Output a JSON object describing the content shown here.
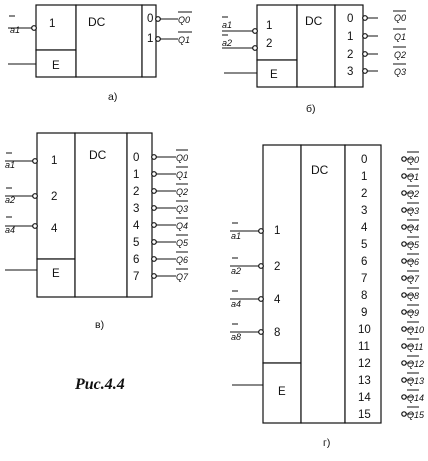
{
  "figure_title": "Рис.4.4",
  "dc_label": "DC",
  "enable_label": "E",
  "diagrams": [
    {
      "caption": "а)",
      "inputs": [
        {
          "pin": "1",
          "signal": "a1"
        }
      ],
      "outputs": [
        {
          "pin": "0",
          "signal": "Q0"
        },
        {
          "pin": "1",
          "signal": "Q1"
        }
      ]
    },
    {
      "caption": "б)",
      "inputs": [
        {
          "pin": "1",
          "signal": "a1"
        },
        {
          "pin": "2",
          "signal": "a2"
        }
      ],
      "outputs": [
        {
          "pin": "0",
          "signal": "Q0"
        },
        {
          "pin": "1",
          "signal": "Q1"
        },
        {
          "pin": "2",
          "signal": "Q2"
        },
        {
          "pin": "3",
          "signal": "Q3"
        }
      ]
    },
    {
      "caption": "в)",
      "inputs": [
        {
          "pin": "1",
          "signal": "a1"
        },
        {
          "pin": "2",
          "signal": "a2"
        },
        {
          "pin": "4",
          "signal": "a4"
        }
      ],
      "outputs": [
        {
          "pin": "0",
          "signal": "Q0"
        },
        {
          "pin": "1",
          "signal": "Q1"
        },
        {
          "pin": "2",
          "signal": "Q2"
        },
        {
          "pin": "3",
          "signal": "Q3"
        },
        {
          "pin": "4",
          "signal": "Q4"
        },
        {
          "pin": "5",
          "signal": "Q5"
        },
        {
          "pin": "6",
          "signal": "Q6"
        },
        {
          "pin": "7",
          "signal": "Q7"
        }
      ]
    },
    {
      "caption": "г)",
      "inputs": [
        {
          "pin": "1",
          "signal": "a1"
        },
        {
          "pin": "2",
          "signal": "a2"
        },
        {
          "pin": "4",
          "signal": "a4"
        },
        {
          "pin": "8",
          "signal": "a8"
        }
      ],
      "outputs": [
        {
          "pin": "0",
          "signal": "Q0"
        },
        {
          "pin": "1",
          "signal": "Q1"
        },
        {
          "pin": "2",
          "signal": "Q2"
        },
        {
          "pin": "3",
          "signal": "Q3"
        },
        {
          "pin": "4",
          "signal": "Q4"
        },
        {
          "pin": "5",
          "signal": "Q5"
        },
        {
          "pin": "6",
          "signal": "Q6"
        },
        {
          "pin": "7",
          "signal": "Q7"
        },
        {
          "pin": "8",
          "signal": "Q8"
        },
        {
          "pin": "9",
          "signal": "Q9"
        },
        {
          "pin": "10",
          "signal": "Q10"
        },
        {
          "pin": "11",
          "signal": "Q11"
        },
        {
          "pin": "12",
          "signal": "Q12"
        },
        {
          "pin": "13",
          "signal": "Q13"
        },
        {
          "pin": "14",
          "signal": "Q14"
        },
        {
          "pin": "15",
          "signal": "Q15"
        }
      ]
    }
  ]
}
